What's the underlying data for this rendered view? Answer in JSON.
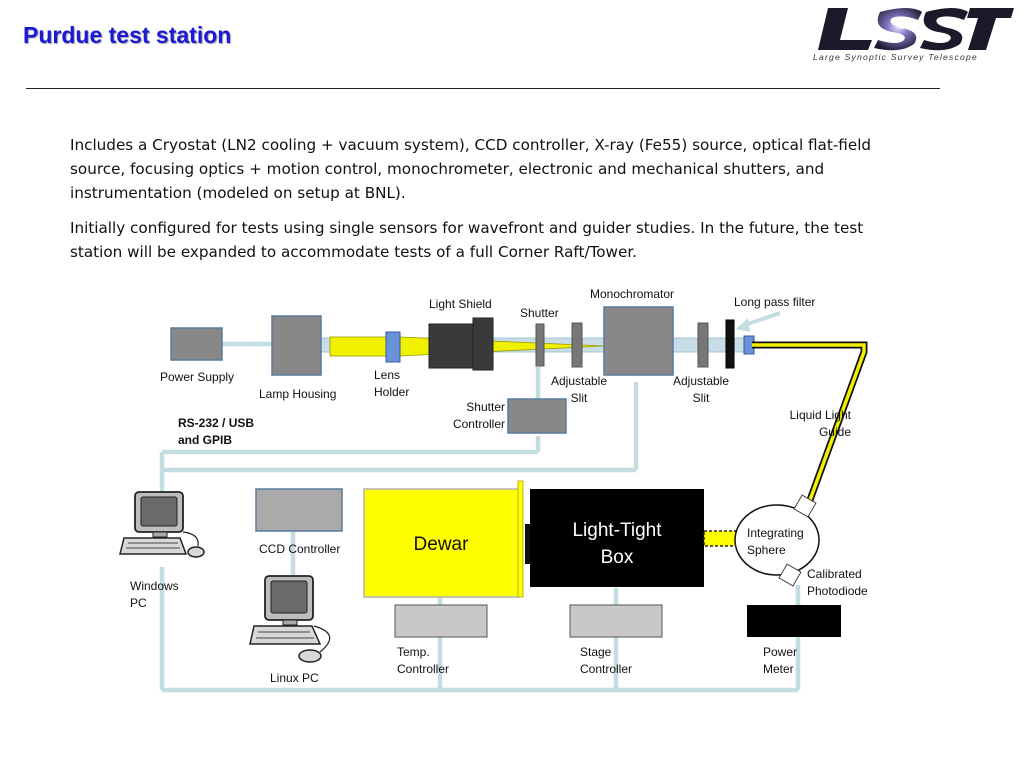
{
  "slide": {
    "title": "Purdue test station",
    "logo_text": "LSST",
    "logo_caption": "Large Synoptic Survey Telescope",
    "paragraphs": [
      "Includes a Cryostat (LN2 cooling + vacuum system), CCD controller, X-ray (Fe55) source, optical flat-field source, focusing optics + motion control, monochrometer, electronic and mechanical shutters, and instrumentation (modeled on setup at BNL).",
      "Initially configured for tests using single sensors for wavefront and guider studies. In the future, the test station will be expanded to accommodate tests of a full Corner Raft/Tower."
    ]
  },
  "diagram": {
    "labels": {
      "monochromator": "Monochromator",
      "long_pass_filter": "Long pass filter",
      "light_shield": "Light Shield",
      "shutter": "Shutter",
      "power_supply": "Power Supply",
      "lamp_housing": "Lamp Housing",
      "lens_holder": [
        "Lens",
        "Holder"
      ],
      "adjustable_slit_1": [
        "Adjustable",
        "Slit"
      ],
      "adjustable_slit_2": [
        "Adjustable",
        "Slit"
      ],
      "shutter_controller": [
        "Shutter",
        "Controller"
      ],
      "liquid_light_guide": [
        "Liquid Light",
        "Guide"
      ],
      "rs232": [
        "RS-232 / USB",
        "and GPIB"
      ],
      "dewar": "Dewar",
      "light_tight_box": [
        "Light-Tight",
        "Box"
      ],
      "integrating_sphere": [
        "Integrating",
        "Sphere"
      ],
      "calibrated_photodiode": [
        "Calibrated",
        "Photodiode"
      ],
      "ccd_controller": "CCD Controller",
      "windows_pc": [
        "Windows",
        "PC"
      ],
      "linux_pc": "Linux PC",
      "temp_controller": [
        "Temp.",
        "Controller"
      ],
      "stage_controller": [
        "Stage",
        "Controller"
      ],
      "power_meter": [
        "Power",
        "Meter"
      ]
    },
    "colors": {
      "title": "#1a1ad6",
      "cable": "#c3dde0",
      "component_gray": "#888888",
      "light_gray": "#c8c8c8",
      "dewar": "#ffff00",
      "beam": "#f0f000",
      "box": "#000000"
    }
  }
}
